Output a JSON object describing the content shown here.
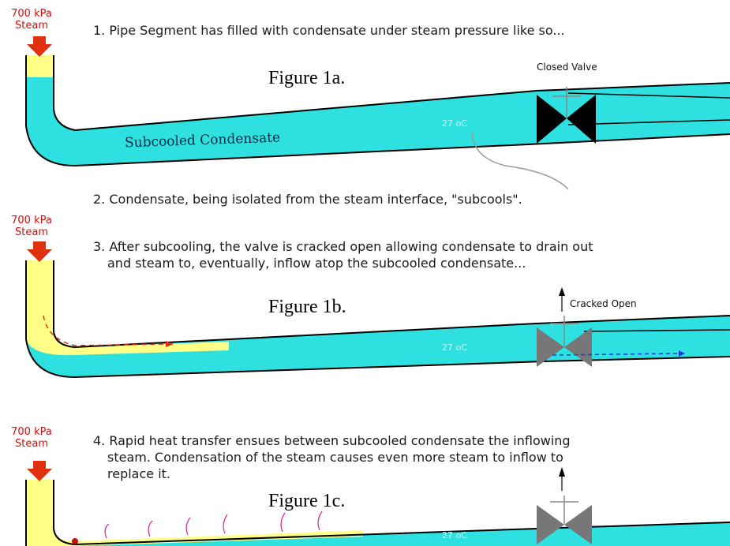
{
  "steam_label": [
    "700 kPa",
    "Steam"
  ],
  "steps": {
    "s1": "1. Pipe Segment has filled with condensate under steam pressure like so...",
    "s2": "2. Condensate, being isolated from the steam interface, \"subcools\".",
    "s3_line1": "3. After subcooling, the valve is cracked open allowing condensate to drain out",
    "s3_line2": "and steam to, eventually, inflow atop the subcooled condensate...",
    "s4_line1": "4. Rapid heat transfer ensues between subcooled condensate the inflowing",
    "s4_line2": "steam. Condensation of the steam causes even more steam to inflow to",
    "s4_line3": "replace it."
  },
  "figures": {
    "fig1a": "Figure 1a.",
    "fig1b": "Figure 1b.",
    "fig1c": "Figure 1c."
  },
  "labels": {
    "closed_valve": "Closed Valve",
    "cracked_open": "Cracked Open",
    "subcooled": "Subcooled Condensate",
    "temp": "27 oC"
  },
  "colors": {
    "condensate": "#2ee0e0",
    "steam": "#ffff88",
    "pipe_outline": "#000000",
    "arrow_red": "#e03010",
    "valve": "#000000",
    "valve_grey": "#888888"
  }
}
